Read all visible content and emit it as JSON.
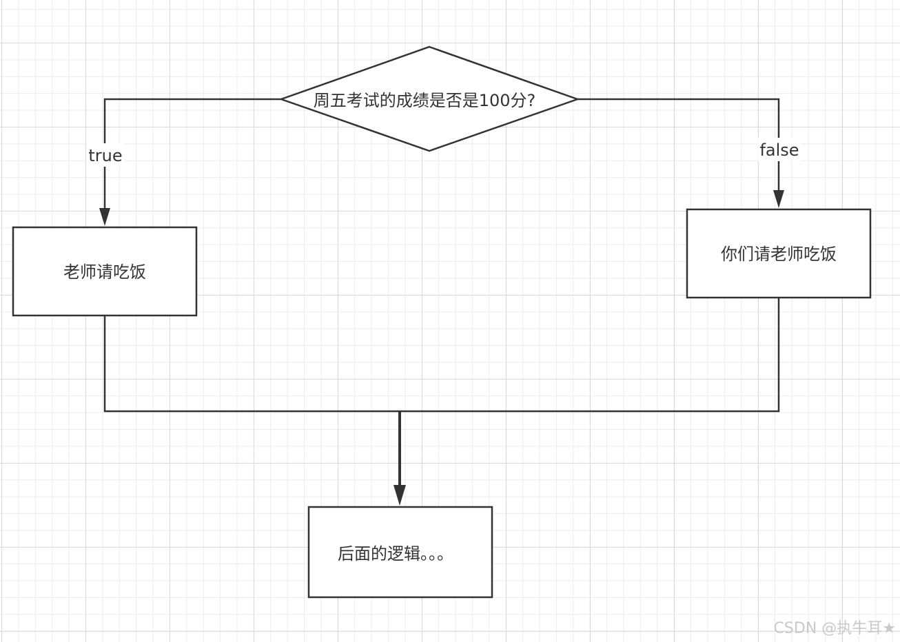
{
  "diagram": {
    "decision": {
      "text": "周五考试的成绩是否是100分?"
    },
    "true_branch": {
      "label": "true",
      "action": "老师请吃饭"
    },
    "false_branch": {
      "label": "false",
      "action": "你们请老师吃饭"
    },
    "next_step": {
      "text": "后面的逻辑。。。"
    }
  },
  "watermark": "CSDN @执牛耳★",
  "colors": {
    "stroke": "#333333",
    "grid": "#d9d9d9",
    "background": "#ffffff"
  }
}
